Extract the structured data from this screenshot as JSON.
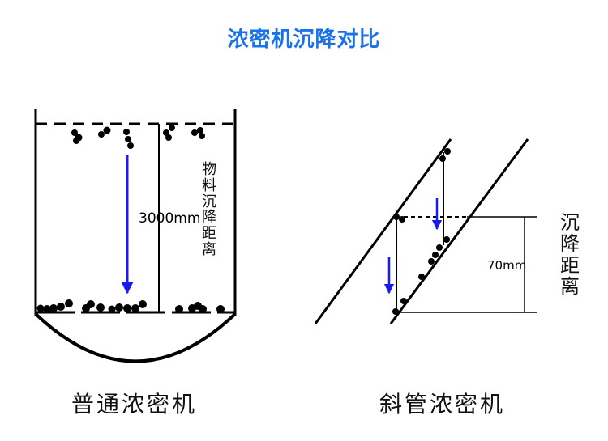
{
  "title": "浓密机沉降对比",
  "colors": {
    "title": "#1a72e8",
    "arrow": "#1a1aee",
    "ink": "#000000"
  },
  "left": {
    "caption": "普通浓密机",
    "height_label": "3000mm",
    "distance_label": "物料沉降距离"
  },
  "right": {
    "caption": "斜管浓密机",
    "height_label": "70mm",
    "distance_label": "沉降距离"
  }
}
